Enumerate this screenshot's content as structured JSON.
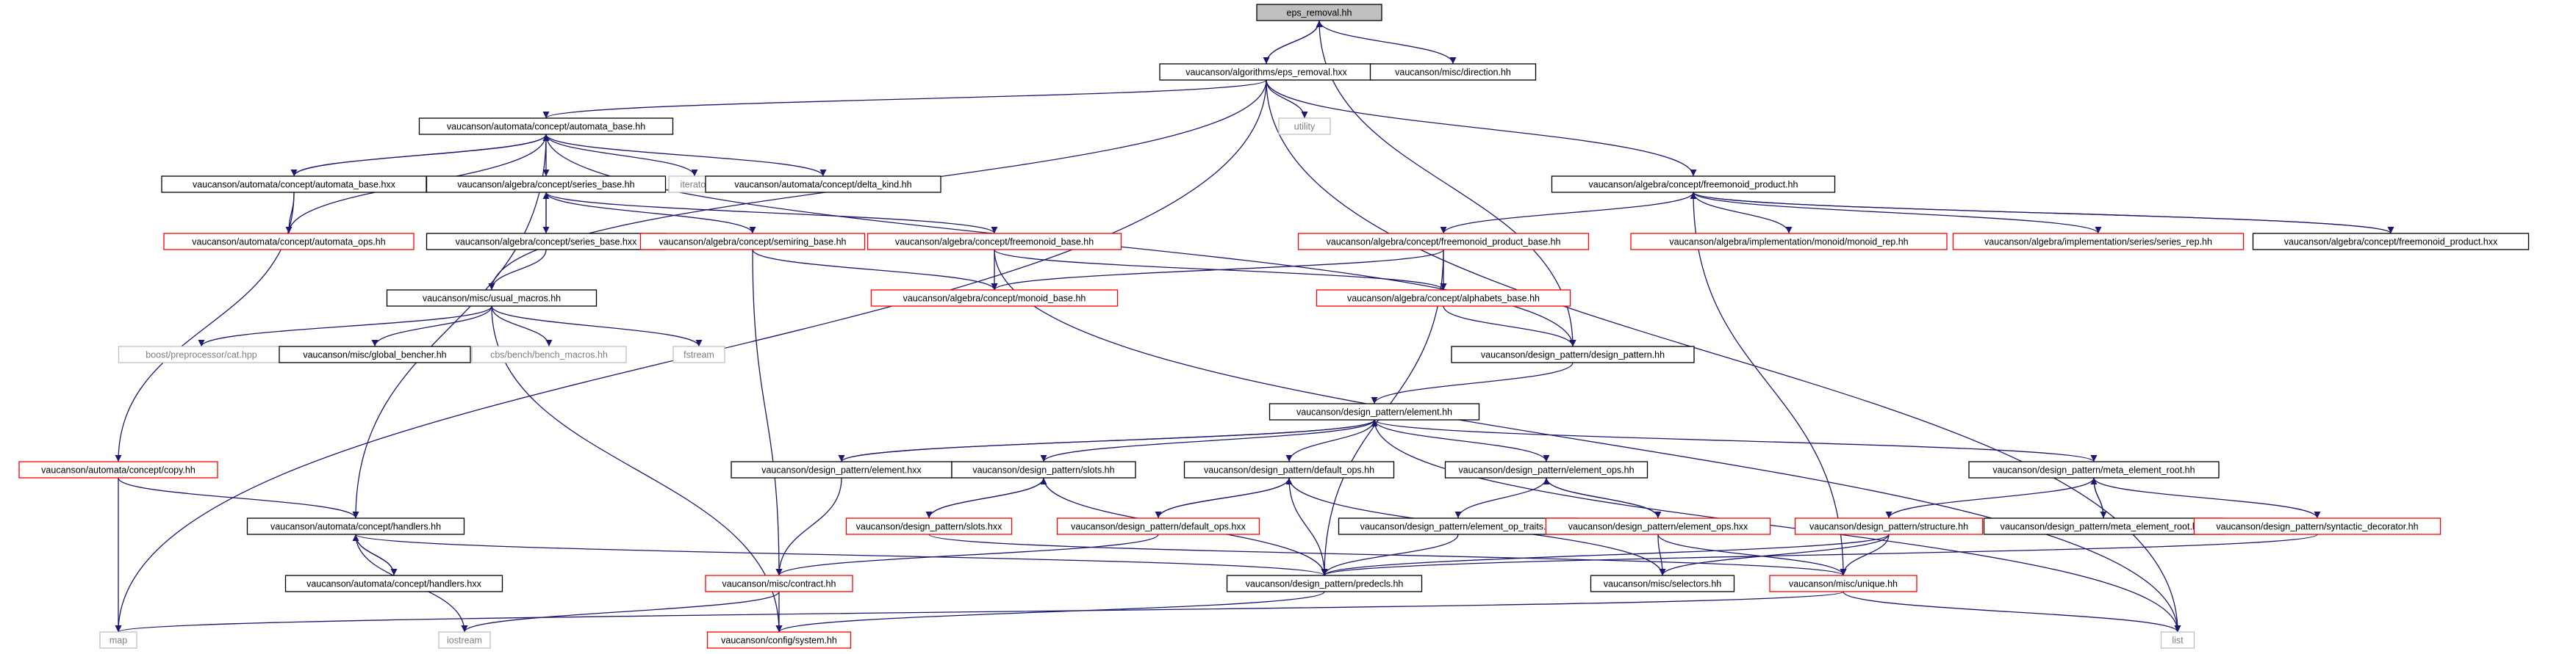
{
  "colors": {
    "edge": "#191970",
    "root_fill": "#bfbfbf",
    "node_border_black": "#000000",
    "node_border_red": "#ff0000",
    "node_border_gray": "#bfbfbf",
    "text_sys": "#7f7f7f"
  },
  "nodes": [
    {
      "id": "eps_removal_hh",
      "label": "eps_removal.hh",
      "style": "root"
    },
    {
      "id": "eps_removal_hxx",
      "label": "vaucanson/algorithms/eps_removal.hxx",
      "style": "black"
    },
    {
      "id": "direction_hh",
      "label": "vaucanson/misc/direction.hh",
      "style": "black"
    },
    {
      "id": "utility",
      "label": "utility",
      "style": "gray"
    },
    {
      "id": "automata_base_hh",
      "label": "vaucanson/automata/concept/automata_base.hh",
      "style": "black"
    },
    {
      "id": "freemonoid_product_hh",
      "label": "vaucanson/algebra/concept/freemonoid_product.hh",
      "style": "black"
    },
    {
      "id": "automata_base_hxx",
      "label": "vaucanson/automata/concept/automata_base.hxx",
      "style": "black"
    },
    {
      "id": "series_base_hh",
      "label": "vaucanson/algebra/concept/series_base.hh",
      "style": "black"
    },
    {
      "id": "iterator",
      "label": "iterator",
      "style": "gray"
    },
    {
      "id": "delta_kind_hh",
      "label": "vaucanson/automata/concept/delta_kind.hh",
      "style": "black"
    },
    {
      "id": "automata_ops_hh",
      "label": "vaucanson/automata/concept/automata_ops.hh",
      "style": "red"
    },
    {
      "id": "series_base_hxx",
      "label": "vaucanson/algebra/concept/series_base.hxx",
      "style": "black"
    },
    {
      "id": "semiring_base_hh",
      "label": "vaucanson/algebra/concept/semiring_base.hh",
      "style": "red"
    },
    {
      "id": "freemonoid_base_hh",
      "label": "vaucanson/algebra/concept/freemonoid_base.hh",
      "style": "red"
    },
    {
      "id": "freemonoid_product_base_hh",
      "label": "vaucanson/algebra/concept/freemonoid_product_base.hh",
      "style": "red"
    },
    {
      "id": "monoid_rep_hh",
      "label": "vaucanson/algebra/implementation/monoid/monoid_rep.hh",
      "style": "red"
    },
    {
      "id": "series_rep_hh",
      "label": "vaucanson/algebra/implementation/series/series_rep.hh",
      "style": "red"
    },
    {
      "id": "freemonoid_product_hxx",
      "label": "vaucanson/algebra/concept/freemonoid_product.hxx",
      "style": "black"
    },
    {
      "id": "usual_macros_hh",
      "label": "vaucanson/misc/usual_macros.hh",
      "style": "black"
    },
    {
      "id": "monoid_base_hh",
      "label": "vaucanson/algebra/concept/monoid_base.hh",
      "style": "red"
    },
    {
      "id": "alphabets_base_hh",
      "label": "vaucanson/algebra/concept/alphabets_base.hh",
      "style": "red"
    },
    {
      "id": "cat_hpp",
      "label": "boost/preprocessor/cat.hpp",
      "style": "gray"
    },
    {
      "id": "global_bencher_hh",
      "label": "vaucanson/misc/global_bencher.hh",
      "style": "black"
    },
    {
      "id": "bench_macros_hh",
      "label": "cbs/bench/bench_macros.hh",
      "style": "gray"
    },
    {
      "id": "fstream",
      "label": "fstream",
      "style": "gray"
    },
    {
      "id": "design_pattern_hh",
      "label": "vaucanson/design_pattern/design_pattern.hh",
      "style": "black"
    },
    {
      "id": "element_hh",
      "label": "vaucanson/design_pattern/element.hh",
      "style": "black"
    },
    {
      "id": "copy_hh",
      "label": "vaucanson/automata/concept/copy.hh",
      "style": "red"
    },
    {
      "id": "element_hxx",
      "label": "vaucanson/design_pattern/element.hxx",
      "style": "black"
    },
    {
      "id": "slots_hh",
      "label": "vaucanson/design_pattern/slots.hh",
      "style": "black"
    },
    {
      "id": "default_ops_hh",
      "label": "vaucanson/design_pattern/default_ops.hh",
      "style": "black"
    },
    {
      "id": "element_ops_hh",
      "label": "vaucanson/design_pattern/element_ops.hh",
      "style": "black"
    },
    {
      "id": "meta_element_root_hh",
      "label": "vaucanson/design_pattern/meta_element_root.hh",
      "style": "black"
    },
    {
      "id": "handlers_hh",
      "label": "vaucanson/automata/concept/handlers.hh",
      "style": "black"
    },
    {
      "id": "slots_hxx",
      "label": "vaucanson/design_pattern/slots.hxx",
      "style": "red"
    },
    {
      "id": "default_ops_hxx",
      "label": "vaucanson/design_pattern/default_ops.hxx",
      "style": "red"
    },
    {
      "id": "element_op_traits_hh",
      "label": "vaucanson/design_pattern/element_op_traits.hh",
      "style": "black"
    },
    {
      "id": "element_ops_hxx",
      "label": "vaucanson/design_pattern/element_ops.hxx",
      "style": "red"
    },
    {
      "id": "structure_hh",
      "label": "vaucanson/design_pattern/structure.hh",
      "style": "red"
    },
    {
      "id": "meta_element_root_hxx",
      "label": "vaucanson/design_pattern/meta_element_root.hxx",
      "style": "black"
    },
    {
      "id": "syntactic_decorator_hh",
      "label": "vaucanson/design_pattern/syntactic_decorator.hh",
      "style": "red"
    },
    {
      "id": "handlers_hxx",
      "label": "vaucanson/automata/concept/handlers.hxx",
      "style": "black"
    },
    {
      "id": "contract_hh",
      "label": "vaucanson/misc/contract.hh",
      "style": "red"
    },
    {
      "id": "predecls_hh",
      "label": "vaucanson/design_pattern/predecls.hh",
      "style": "black"
    },
    {
      "id": "selectors_hh",
      "label": "vaucanson/misc/selectors.hh",
      "style": "black"
    },
    {
      "id": "unique_hh",
      "label": "vaucanson/misc/unique.hh",
      "style": "red"
    },
    {
      "id": "map",
      "label": "map",
      "style": "gray"
    },
    {
      "id": "iostream",
      "label": "iostream",
      "style": "gray"
    },
    {
      "id": "system_hh",
      "label": "vaucanson/config/system.hh",
      "style": "red"
    },
    {
      "id": "list",
      "label": "list",
      "style": "gray"
    }
  ],
  "edges": [
    [
      "eps_removal_hh",
      "eps_removal_hxx"
    ],
    [
      "eps_removal_hh",
      "direction_hh"
    ],
    [
      "eps_removal_hh",
      "design_pattern_hh"
    ],
    [
      "eps_removal_hxx",
      "eps_removal_hh"
    ],
    [
      "eps_removal_hxx",
      "utility"
    ],
    [
      "eps_removal_hxx",
      "automata_base_hh"
    ],
    [
      "eps_removal_hxx",
      "freemonoid_product_hh"
    ],
    [
      "eps_removal_hxx",
      "map"
    ],
    [
      "eps_removal_hxx",
      "list"
    ],
    [
      "eps_removal_hxx",
      "usual_macros_hh"
    ],
    [
      "automata_base_hh",
      "automata_base_hxx"
    ],
    [
      "automata_base_hh",
      "series_base_hh"
    ],
    [
      "automata_base_hh",
      "iterator"
    ],
    [
      "automata_base_hh",
      "delta_kind_hh"
    ],
    [
      "automata_base_hh",
      "design_pattern_hh"
    ],
    [
      "automata_base_hh",
      "handlers_hh"
    ],
    [
      "automata_base_hxx",
      "automata_base_hh"
    ],
    [
      "automata_base_hxx",
      "automata_ops_hh"
    ],
    [
      "automata_base_hxx",
      "copy_hh"
    ],
    [
      "automata_ops_hh",
      "automata_base_hh"
    ],
    [
      "series_base_hh",
      "series_base_hxx"
    ],
    [
      "series_base_hh",
      "semiring_base_hh"
    ],
    [
      "series_base_hh",
      "freemonoid_base_hh"
    ],
    [
      "series_base_hxx",
      "series_base_hh"
    ],
    [
      "series_base_hxx",
      "usual_macros_hh"
    ],
    [
      "semiring_base_hh",
      "monoid_base_hh"
    ],
    [
      "semiring_base_hh",
      "contract_hh"
    ],
    [
      "freemonoid_base_hh",
      "monoid_base_hh"
    ],
    [
      "freemonoid_base_hh",
      "alphabets_base_hh"
    ],
    [
      "freemonoid_base_hh",
      "list"
    ],
    [
      "freemonoid_product_hh",
      "freemonoid_product_base_hh"
    ],
    [
      "freemonoid_product_hh",
      "monoid_rep_hh"
    ],
    [
      "freemonoid_product_hh",
      "series_rep_hh"
    ],
    [
      "freemonoid_product_hh",
      "freemonoid_product_hxx"
    ],
    [
      "freemonoid_product_hh",
      "unique_hh"
    ],
    [
      "freemonoid_product_hxx",
      "freemonoid_product_hh"
    ],
    [
      "freemonoid_product_base_hh",
      "monoid_base_hh"
    ],
    [
      "freemonoid_product_base_hh",
      "alphabets_base_hh"
    ],
    [
      "freemonoid_product_base_hh",
      "predecls_hh"
    ],
    [
      "alphabets_base_hh",
      "design_pattern_hh"
    ],
    [
      "usual_macros_hh",
      "cat_hpp"
    ],
    [
      "usual_macros_hh",
      "global_bencher_hh"
    ],
    [
      "usual_macros_hh",
      "bench_macros_hh"
    ],
    [
      "usual_macros_hh",
      "fstream"
    ],
    [
      "usual_macros_hh",
      "system_hh"
    ],
    [
      "design_pattern_hh",
      "element_hh"
    ],
    [
      "element_hh",
      "element_hxx"
    ],
    [
      "element_hh",
      "slots_hh"
    ],
    [
      "element_hh",
      "default_ops_hh"
    ],
    [
      "element_hh",
      "element_ops_hh"
    ],
    [
      "element_hh",
      "meta_element_root_hh"
    ],
    [
      "element_hh",
      "list"
    ],
    [
      "element_hxx",
      "element_hh"
    ],
    [
      "element_hxx",
      "contract_hh"
    ],
    [
      "slots_hh",
      "slots_hxx"
    ],
    [
      "slots_hh",
      "predecls_hh"
    ],
    [
      "slots_hxx",
      "slots_hh"
    ],
    [
      "slots_hxx",
      "unique_hh"
    ],
    [
      "default_ops_hh",
      "default_ops_hxx"
    ],
    [
      "default_ops_hh",
      "predecls_hh"
    ],
    [
      "default_ops_hh",
      "selectors_hh"
    ],
    [
      "default_ops_hxx",
      "default_ops_hh"
    ],
    [
      "default_ops_hxx",
      "contract_hh"
    ],
    [
      "element_ops_hh",
      "element_op_traits_hh"
    ],
    [
      "element_ops_hh",
      "element_ops_hxx"
    ],
    [
      "element_ops_hxx",
      "element_ops_hh"
    ],
    [
      "element_ops_hxx",
      "selectors_hh"
    ],
    [
      "element_ops_hxx",
      "unique_hh"
    ],
    [
      "element_op_traits_hh",
      "predecls_hh"
    ],
    [
      "meta_element_root_hh",
      "meta_element_root_hxx"
    ],
    [
      "meta_element_root_hh",
      "structure_hh"
    ],
    [
      "meta_element_root_hh",
      "syntactic_decorator_hh"
    ],
    [
      "meta_element_root_hxx",
      "meta_element_root_hh"
    ],
    [
      "structure_hh",
      "predecls_hh"
    ],
    [
      "structure_hh",
      "selectors_hh"
    ],
    [
      "structure_hh",
      "unique_hh"
    ],
    [
      "syntactic_decorator_hh",
      "predecls_hh"
    ],
    [
      "copy_hh",
      "handlers_hh"
    ],
    [
      "copy_hh",
      "map"
    ],
    [
      "handlers_hh",
      "handlers_hxx"
    ],
    [
      "handlers_hh",
      "iostream"
    ],
    [
      "handlers_hh",
      "predecls_hh"
    ],
    [
      "handlers_hxx",
      "handlers_hh"
    ],
    [
      "contract_hh",
      "iostream"
    ],
    [
      "contract_hh",
      "system_hh"
    ],
    [
      "predecls_hh",
      "system_hh"
    ],
    [
      "unique_hh",
      "map"
    ],
    [
      "unique_hh",
      "list"
    ]
  ]
}
